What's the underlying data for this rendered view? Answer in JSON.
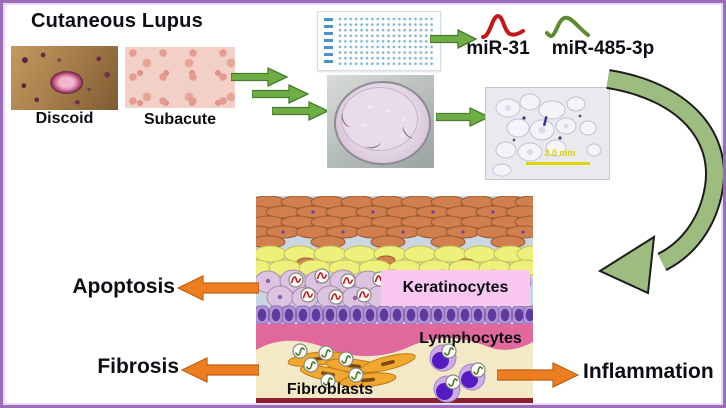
{
  "figure": {
    "title": "Cutaneous Lupus"
  },
  "clinical_images": {
    "discoid_label": "Discoid",
    "subacute_label": "Subacute"
  },
  "mirnas": {
    "mir31_label": "miR-31",
    "mir485_label": "miR-485-3p",
    "mir31_color": "#c2181b",
    "mir485_color": "#5d8b2f"
  },
  "microscopy": {
    "scale_label": "2.0 mm"
  },
  "skin_diagram": {
    "keratinocytes_label": "Keratinocytes",
    "lymphocytes_label": "Lymphocytes",
    "fibroblasts_label": "Fibroblasts"
  },
  "outcomes": {
    "apoptosis_label": "Apoptosis",
    "fibrosis_label": "Fibrosis",
    "inflammation_label": "Inflammation"
  },
  "colors": {
    "border_purple": "#9b6cb8",
    "flow_arrow_green": "#6fae44",
    "curved_arrow_green": "#9dbd80",
    "outcome_arrow_orange": "#ec7d21",
    "keratinocyte_box_pink": "#f9c7ef",
    "scale_bar_yellow": "#ded400"
  }
}
